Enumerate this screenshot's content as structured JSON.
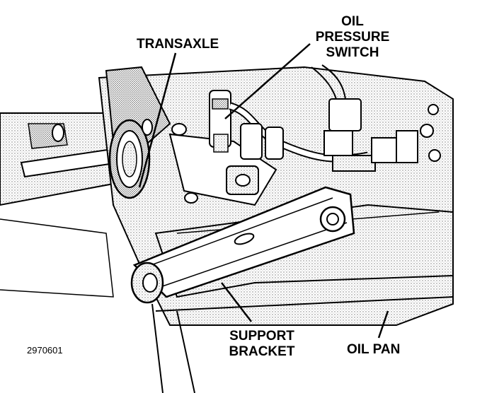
{
  "labels": {
    "transaxle": "TRANSAXLE",
    "oil_pressure_switch_line1": "OIL",
    "oil_pressure_switch_line2": "PRESSURE",
    "oil_pressure_switch_line3": "SWITCH",
    "support_bracket_line1": "SUPPORT",
    "support_bracket_line2": "BRACKET",
    "oil_pan": "OIL PAN"
  },
  "figure_id": "2970601",
  "colors": {
    "ink": "#000000",
    "paper": "#ffffff",
    "stipple": "#b8b8b8"
  }
}
